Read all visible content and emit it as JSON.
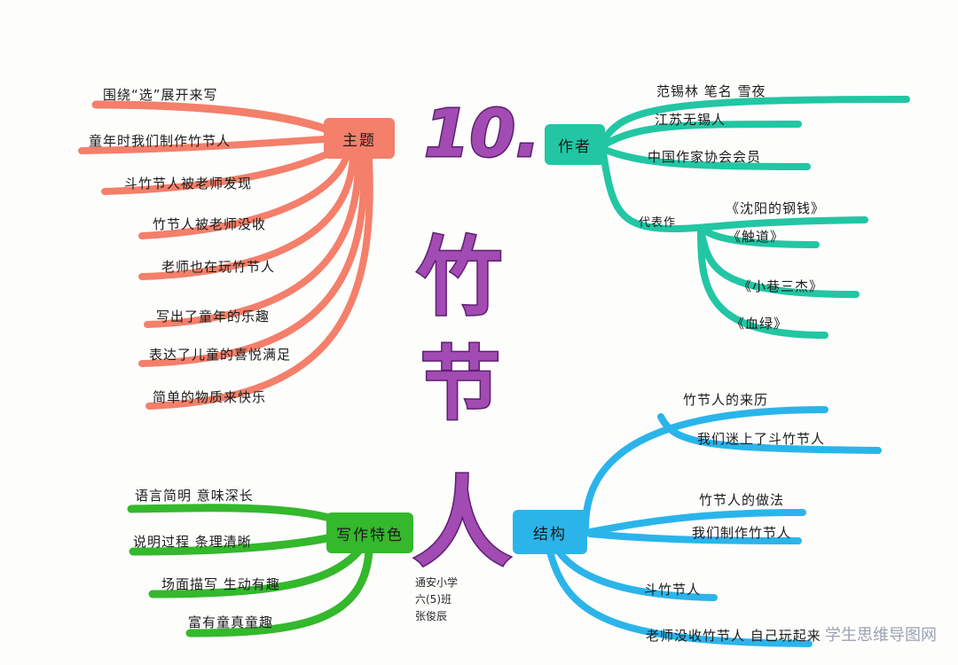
{
  "title": {
    "number": "10.",
    "chars": [
      "竹",
      "节",
      "人"
    ]
  },
  "branches": {
    "theme": {
      "label": "主题",
      "color": "#f47f6a",
      "items": [
        "围绕“选”展开来写",
        "童年时我们制作竹节人",
        "斗竹节人被老师发现",
        "竹节人被老师没收",
        "老师也在玩竹节人",
        "写出了童年的乐趣",
        "表达了儿童的喜悦满足",
        "简单的物质来快乐"
      ]
    },
    "author": {
      "label": "作者",
      "color": "#22c6a3",
      "items": [
        "范锡林 笔名 雪夜",
        "江苏无锡人",
        "中国作家协会会员"
      ],
      "works_label": "代表作",
      "works": [
        "《沈阳的钢钱》",
        "《触道》",
        "《小巷三杰》",
        "《血绿》"
      ]
    },
    "writing": {
      "label": "写作特色",
      "color": "#34b82c",
      "items": [
        "语言简明 意味深长",
        "说明过程 条理清晰",
        "场面描写 生动有趣",
        "富有童真童趣"
      ]
    },
    "structure": {
      "label": "结构",
      "color": "#2bb4ea",
      "items": [
        "竹节人的来历",
        "我们迷上了斗竹节人",
        "竹节人的做法",
        "我们制作竹节人",
        "斗竹节人",
        "老师没收竹节人 自己玩起来"
      ]
    }
  },
  "signature": [
    "通安小学",
    "六(5)班",
    "张俊辰"
  ],
  "watermark": "学生思维导图网"
}
